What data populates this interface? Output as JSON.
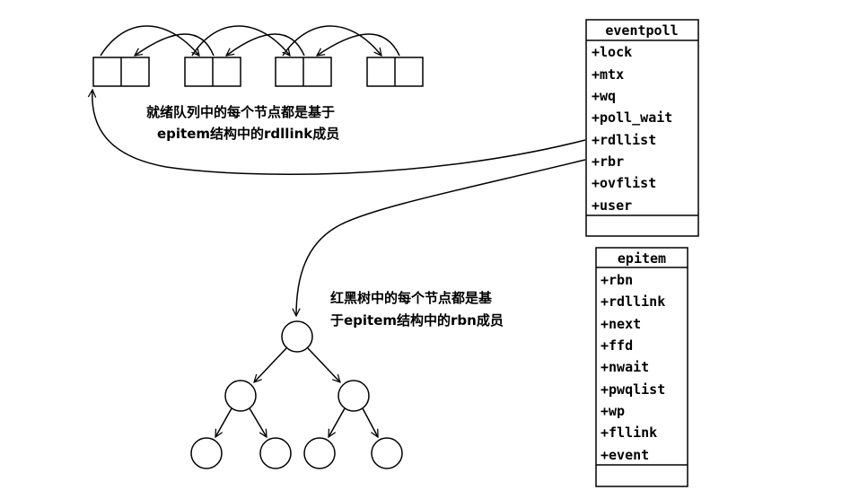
{
  "list_caption": {
    "line1": "就绪队列中的每个节点都是基于",
    "line2": "epitem结构中的rdllink成员"
  },
  "tree_caption": {
    "line1": "红黑树中的每个节点都是基",
    "line2": "于epitem结构中的rbn成员"
  },
  "eventpoll": {
    "title": "eventpoll",
    "fields": [
      "+lock",
      "+mtx",
      "+wq",
      "+poll_wait",
      "+rdllist",
      "+rbr",
      "+ovflist",
      "+user"
    ]
  },
  "epitem": {
    "title": "epitem",
    "fields": [
      "+rbn",
      "+rdllink",
      "+next",
      "+ffd",
      "+nwait",
      "+pwqlist",
      "+wp",
      "+fllink",
      "+event"
    ]
  },
  "colors": {
    "stroke": "#000000",
    "background": "#ffffff"
  }
}
